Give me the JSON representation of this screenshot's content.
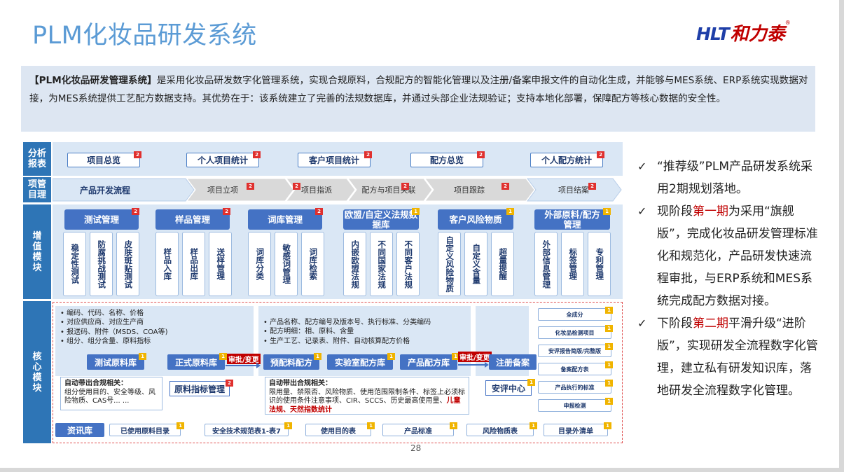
{
  "title": "PLM化妆品研发系统",
  "logo": {
    "en": "HLT",
    "cn": "和力泰",
    "reg": "®"
  },
  "intro": {
    "bold": "【PLM化妆品研发管理系统】",
    "text": "是采用化妆品研发数字化管理系统，实现合规原料，合规配方的智能化管理以及注册/备案申报文件的自动化生成，并能够与MES系统、ERP系统实现数据对接，为MES系统提供工艺配方数据支持。其优势在于：该系统建立了完善的法规数据库，并通过头部企业法规验证；支持本地化部署，保障配方等核心数据的安全性。"
  },
  "rows": {
    "analysis": "分析报表",
    "project": "项管目理",
    "value": "增值模块",
    "core": "核心模块"
  },
  "analysis_items": [
    "项目总览",
    "个人项目统计",
    "客户项目统计",
    "配方总览",
    "个人配方统计"
  ],
  "project_flow": [
    "产品开发流程",
    "项目立项",
    "项目指派",
    "配方与项目关联",
    "项目跟踪",
    "项目结案"
  ],
  "modules": [
    {
      "name": "测试管理",
      "badge": "2",
      "subs": [
        "稳定性测试",
        "防腐挑战测试",
        "皮肤斑贴测试"
      ]
    },
    {
      "name": "样品管理",
      "badge": "2",
      "subs": [
        "样品入库",
        "样品出库",
        "送样管理"
      ]
    },
    {
      "name": "词库管理",
      "badge": "2",
      "subs": [
        "词库分类",
        "敏感词管理",
        "词库检索"
      ]
    },
    {
      "name": "欧盟/自定义法规数据库",
      "badge": "1",
      "subs": [
        "内嵌欧盟法规",
        "不同国家法规",
        "不同客户法规"
      ]
    },
    {
      "name": "客户风险物质",
      "badge": "1",
      "subs": [
        "自定义风险物质",
        "自定义含量",
        "超量提醒"
      ]
    },
    {
      "name": "外部原料/配方管理",
      "badge": "1",
      "subs": [
        "外部信息管理",
        "标签管理",
        "专利管理"
      ]
    }
  ],
  "core": {
    "bullets_left": [
      "编码、代码、名称、价格",
      "对应供应商、对应生产商",
      "报送码、附件（MSDS、COA等)",
      "组分、组分含量、原料指标"
    ],
    "bullets_mid": [
      "产品名称、配方编号及版本号、执行标准、分类编码",
      "配方明细：相、原料、含量",
      "生产工艺、记录表、附件、自动核算配方价格"
    ],
    "test_material": "测试原料库",
    "formal_material": "正式原料库",
    "approve1": "审批/变更",
    "pre_formula": "预配料配方",
    "lab_formula": "实验室配方库",
    "product_formula": "产品配方库",
    "approve2": "审批/变更",
    "register": "注册备案",
    "safety": "安评中心",
    "material_index": "原料指标管理",
    "auto_left": {
      "title": "自动带出合规相关：",
      "text": "组分使用目的、安全等级、风险物质、CAS号... ..."
    },
    "auto_mid": {
      "title": "自动带出合规相关：",
      "text": "限用量、禁限否、风险物质、使用范围限制条件、标签上必须标识的使用条件注意事项、CIR、SCCS、历史最高使用量、",
      "red": "儿童法规、天然指数统计"
    },
    "right_items": [
      "全成分",
      "化妆品检测项目",
      "安评报告简版/完整版",
      "备案配方表",
      "产品执行的标准",
      "申报检测"
    ],
    "info_label": "资讯库",
    "info_items": [
      "已使用原料目录",
      "安全技术规范表1-表7",
      "使用目的表",
      "产品标准",
      "风险物质表",
      "目录外清单"
    ]
  },
  "page_number": "28",
  "right_text": [
    {
      "pre": "“推荐级”PLM产品研发系统采用2期规划落地。",
      "red": "",
      "post": ""
    },
    {
      "pre": "现阶段",
      "red": "第一期",
      "post": "为采用“旗舰版”，完成化妆品研发管理标准化和规范化，产品研发快速流程审批，与ERP系统和MES系统完成配方数据对接。"
    },
    {
      "pre": "下阶段",
      "red": "第二期",
      "post": "平滑升级“进阶版”，实现研发全流程数字化管理，建立私有研发知识库，落地研发全流程数字化管理。"
    }
  ],
  "check_mark": "✓"
}
